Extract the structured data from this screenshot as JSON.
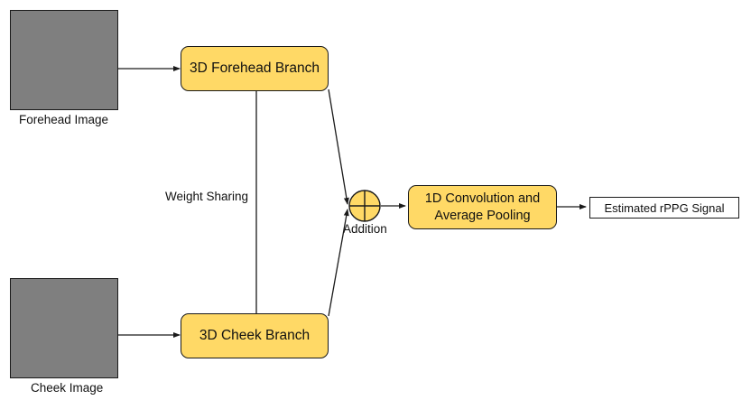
{
  "inputs": {
    "forehead_caption": "Forehead Image",
    "cheek_caption": "Cheek Image"
  },
  "branches": {
    "forehead": "3D Forehead Branch",
    "cheek": "3D Cheek Branch",
    "sharing_label": "Weight Sharing"
  },
  "fusion": {
    "label": "Addition"
  },
  "head": {
    "line1": "1D Convolution and",
    "line2": "Average Pooling"
  },
  "output": {
    "label": "Estimated rPPG Signal"
  },
  "colors": {
    "node_fill": "#ffd966",
    "image_fill": "#7f7f7f",
    "stroke": "#1a1a1a"
  }
}
